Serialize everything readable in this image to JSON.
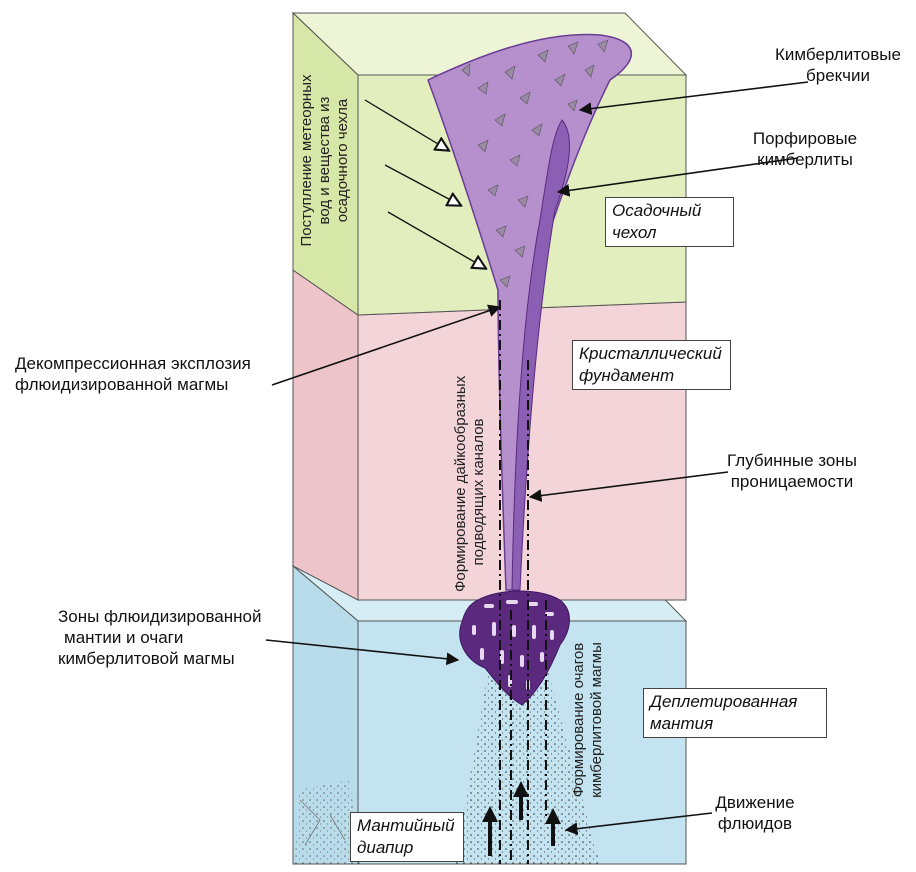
{
  "labels": {
    "kimberlite_breccia": [
      "Кимберлитовые",
      "брекчии"
    ],
    "porphyry_kimberlite": [
      "Порфировые",
      "кимберлиты"
    ],
    "decompression": [
      "Декомпрессионная эксплозия",
      "флюидизированной магмы"
    ],
    "deep_zones": [
      "Глубинные зоны",
      "проницаемости"
    ],
    "fluid_zones": [
      "Зоны флюидизированной",
      "мантии и очаги",
      "кимберлитовой магмы"
    ],
    "fluid_movement": [
      "Движение",
      "флюидов"
    ]
  },
  "layers": {
    "sediment": [
      "Осадочный",
      "чехол"
    ],
    "crystalline": [
      "Кристаллический",
      "фундамент"
    ],
    "depleted": [
      "Деплетированная",
      "мантия"
    ],
    "diapir": [
      "Мантийный",
      "диапир"
    ]
  },
  "vertical_labels": {
    "meteoric": [
      "Поступление метеорных",
      "вод и вещества из",
      "осадочного чехла"
    ],
    "dike": [
      "Формирование дайкообразных",
      "подводящих каналов"
    ],
    "magma_chambers": [
      "Формирование очагов",
      "кимберлитовой магмы"
    ]
  },
  "colors": {
    "sediment": "#e2eebd",
    "crystalline": "#f3d5d9",
    "mantle": "#c2e3ef",
    "mantle_top": "#d7edf5",
    "pipe": "#b68fcd",
    "pipe_dark": "#8a5fb4",
    "chamber": "#5b2a7e"
  }
}
